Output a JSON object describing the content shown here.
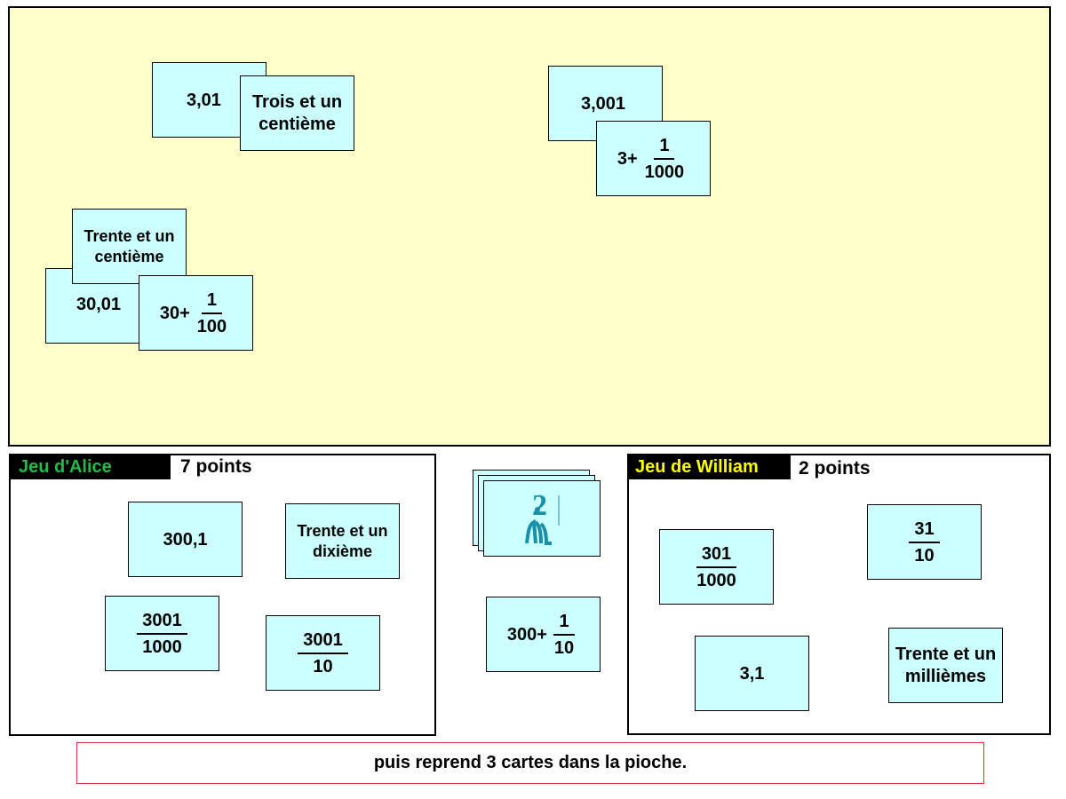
{
  "colors": {
    "table_bg": "#ffffcc",
    "card_bg": "#ccffff",
    "alice_label": "#22bb44",
    "william_label": "#ffff00",
    "message_border": "#e03030"
  },
  "table": {
    "group1": {
      "decimal": "3,01",
      "words": "Trois et un centième"
    },
    "group2": {
      "decimal": "3,001",
      "whole": "3",
      "plus": "+",
      "num": "1",
      "den": "1000"
    },
    "group3": {
      "words": "Trente et un centième",
      "decimal": "30,01",
      "whole": "30",
      "plus": "+",
      "num": "1",
      "den": "100"
    }
  },
  "alice": {
    "label": "Jeu d'Alice",
    "points": "7 points",
    "cards": {
      "decimal": "300,1",
      "words": "Trente et un dixième",
      "frac1_num": "3001",
      "frac1_den": "1000",
      "frac2_num": "3001",
      "frac2_den": "10"
    }
  },
  "william": {
    "label": "Jeu de William",
    "points": "2 points",
    "cards": {
      "frac1_num": "301",
      "frac1_den": "1000",
      "frac2_num": "31",
      "frac2_den": "10",
      "decimal": "3,1",
      "words": "Trente et un millièmes"
    }
  },
  "deck": {
    "logo_icon": "2m-logo-icon",
    "drawn_card": {
      "whole": "300",
      "plus": "+",
      "num": "1",
      "den": "10"
    }
  },
  "message": "puis reprend 3 cartes dans la pioche."
}
